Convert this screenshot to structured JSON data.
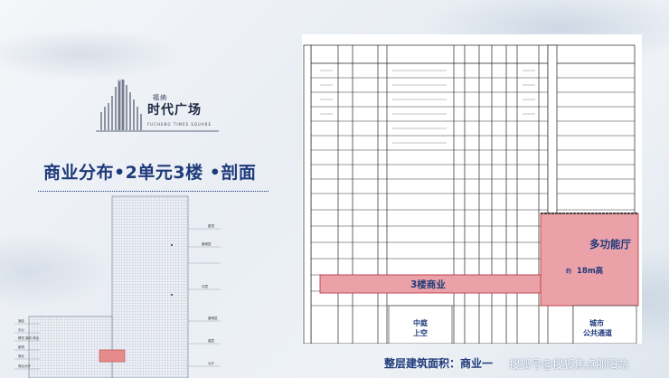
{
  "logo": {
    "brand": "福纳",
    "name": "时代广场",
    "english": "FUCHENG TIMES SQUARE"
  },
  "title": "商业分布•2单元3楼 •剖面",
  "mini": {
    "right": [
      "屋顶",
      "避难层",
      "",
      "中层",
      "避难层",
      "裙层",
      "大厅"
    ],
    "left": [
      "酒店",
      "办公",
      "餐饮 娱乐 商业",
      "影院",
      "商业",
      "商业大厅"
    ]
  },
  "labels": {
    "hall": "多功能厅",
    "hall_about": "约",
    "hall_height": "18m高",
    "third_floor": "3楼商业",
    "atrium_line1": "中庭",
    "atrium_line2": "上空",
    "city_line1": "城市",
    "city_line2": "公共通道"
  },
  "caption": "整层建筑面积：商业一",
  "watermark": "搜狐号@搜狐焦点邵阳站"
}
